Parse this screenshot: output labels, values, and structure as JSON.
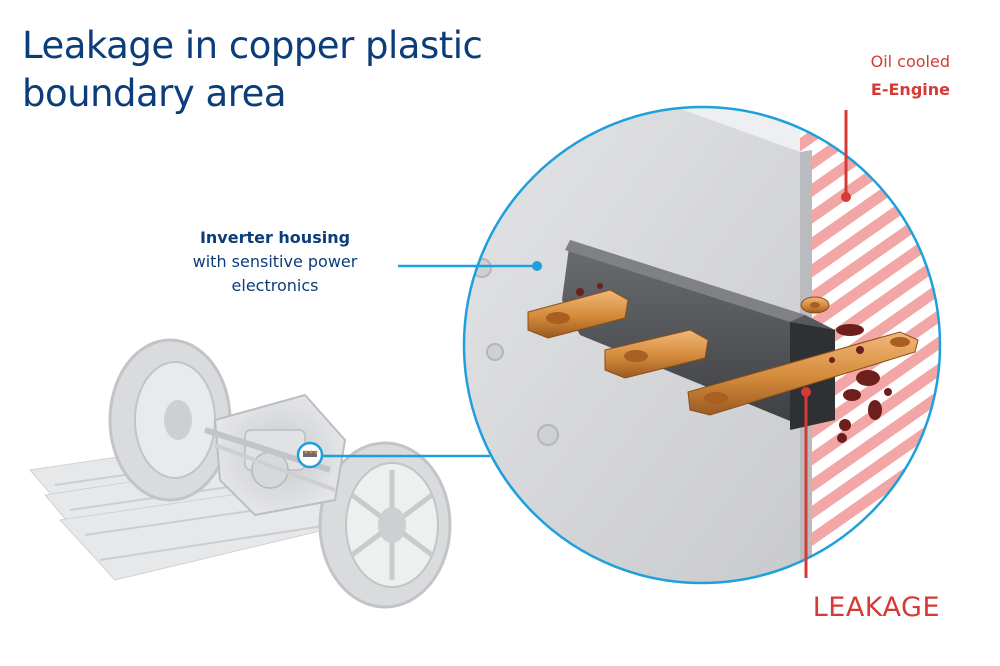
{
  "title": {
    "line1": "Leakage in copper plastic",
    "line2": "boundary area"
  },
  "callouts": {
    "inverter": {
      "line1": "Inverter housing",
      "line2": "with sensitive power",
      "line3": "electronics"
    },
    "engine": {
      "line1": "Oil cooled",
      "line2": "E-Engine"
    },
    "leakage": "LEAKAGE"
  },
  "colors": {
    "title_blue": "#0b3d7a",
    "accent_red": "#d63a34",
    "leader_blue": "#1ea0dc",
    "copper": "#d48a3a",
    "housing_grey": "#d9dadc"
  }
}
